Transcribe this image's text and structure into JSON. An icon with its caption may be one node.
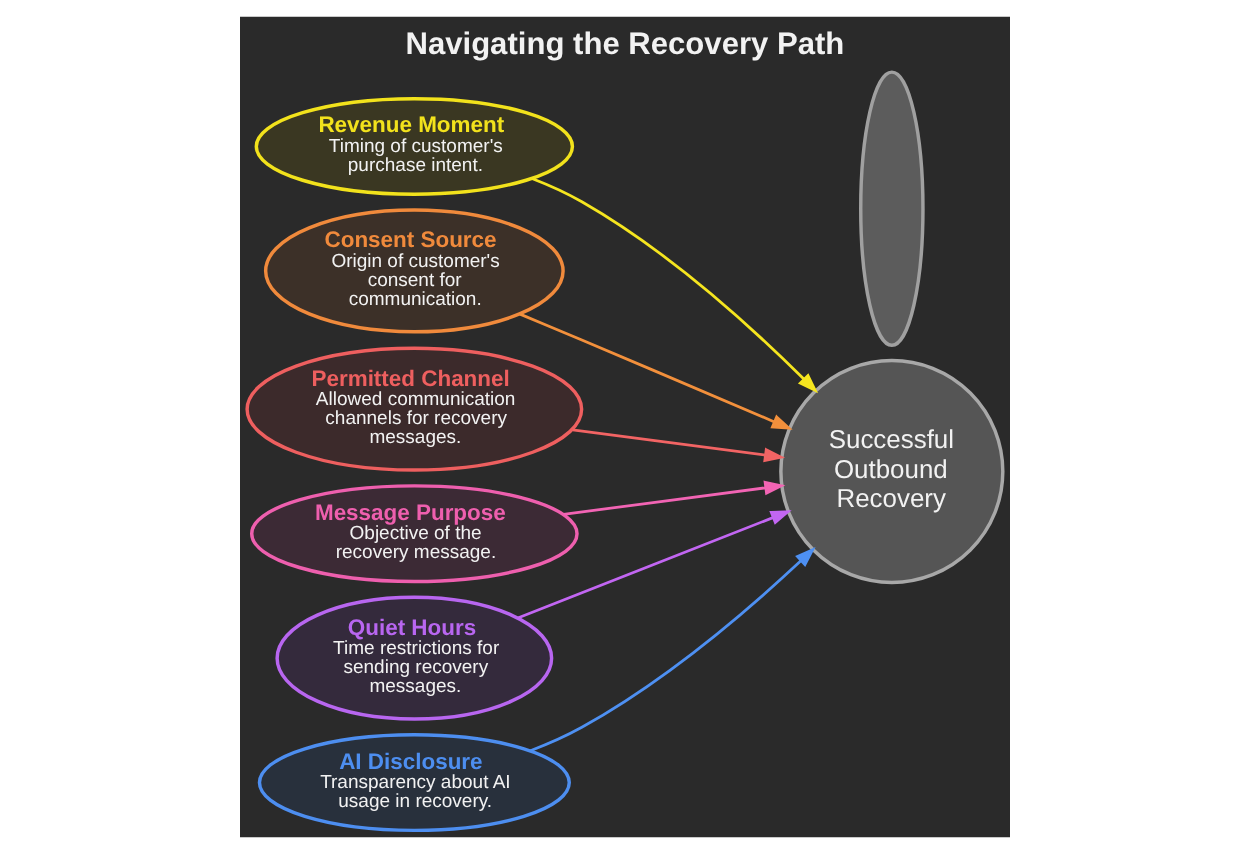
{
  "diagram": {
    "title": "Navigating the Recovery Path",
    "nodes": [
      {
        "text": [
          "Revenue Moment",
          "Timing of customer's purchase intent."
        ]
      },
      {
        "text": [
          "Consent Source",
          "Origin of customer's consent for communication."
        ]
      },
      {
        "text": [
          "Permitted Channel",
          "Allowed communication channels for recovery messages."
        ]
      },
      {
        "text": [
          "Message Purpose",
          "Objective of the recovery message."
        ]
      },
      {
        "text": [
          "Quiet Hours",
          "Time restrictions for sending recovery messages."
        ]
      },
      {
        "text": [
          "AI Disclosure",
          "Transparency about AI usage in recovery."
        ]
      },
      {
        "text": [],
        "shape": "lens"
      },
      {
        "text": [
          "Successful Outbound Recovery"
        ]
      }
    ],
    "edges": [
      {
        "from": 0,
        "to": 7,
        "arrow": "to",
        "color": "#f5e51f"
      },
      {
        "from": 1,
        "to": 7,
        "arrow": "to",
        "color": "#f2903c"
      },
      {
        "from": 2,
        "to": 7,
        "arrow": "to",
        "color": "#f26464"
      },
      {
        "from": 3,
        "to": 7,
        "arrow": "to",
        "color": "#f264b4"
      },
      {
        "from": 4,
        "to": 7,
        "arrow": "to",
        "color": "#c266f2"
      },
      {
        "from": 5,
        "to": 7,
        "arrow": "to",
        "color": "#4e90f2"
      }
    ]
  }
}
